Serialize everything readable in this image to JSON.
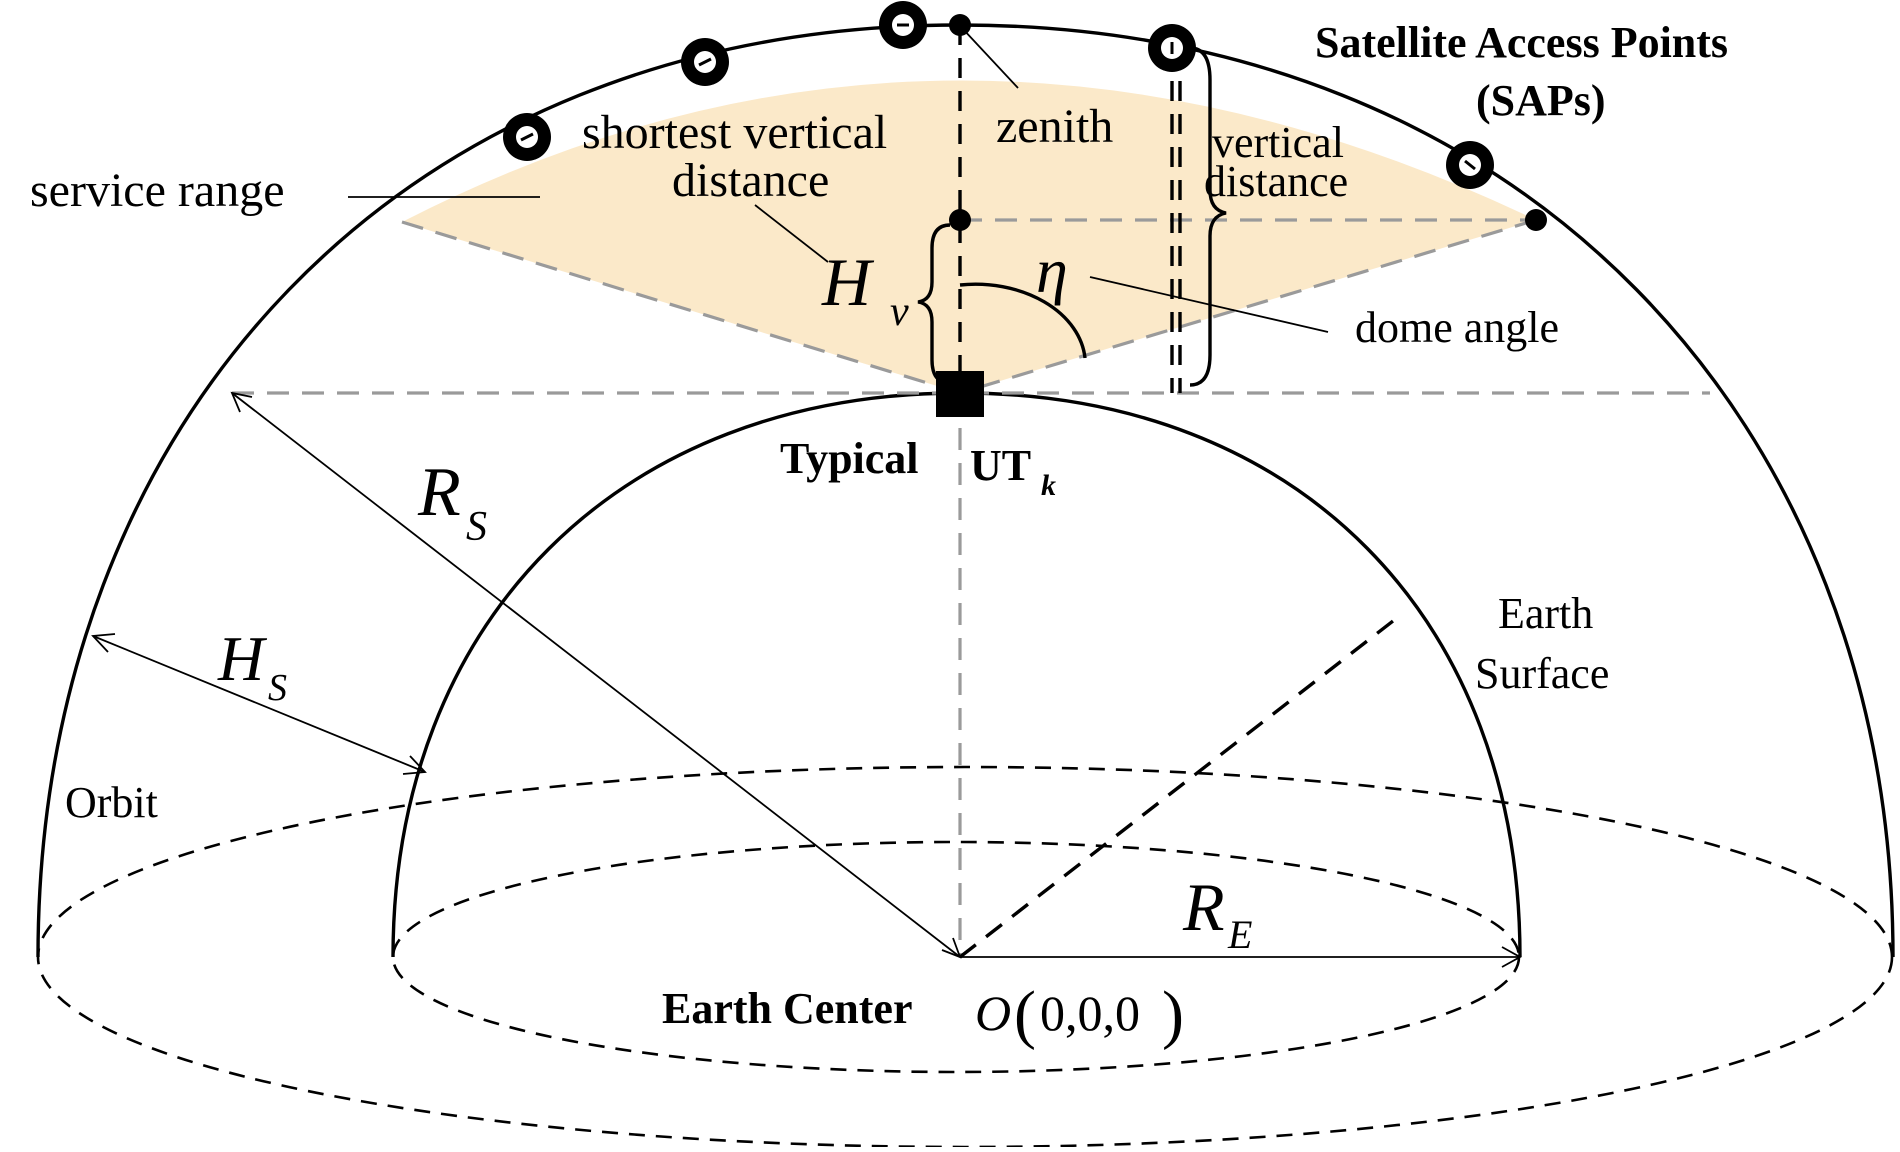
{
  "labels": {
    "saps_line1": "Satellite Access Points",
    "saps_line2": "(SAPs)",
    "service_range": "service range",
    "shortest_vertical_line1": "shortest vertical",
    "shortest_vertical_line2": "distance",
    "zenith": "zenith",
    "vertical_distance_line1": "vertical",
    "vertical_distance_line2": "distance",
    "dome_angle": "dome angle",
    "eta": "η",
    "h_v_main": "H",
    "h_v_sub": "v",
    "typical": "Typical",
    "ut_main": "UT",
    "ut_sub": "k",
    "r_s_main": "R",
    "r_s_sub": "S",
    "h_s_main": "H",
    "h_s_sub": "S",
    "r_e_main": "R",
    "r_e_sub": "E",
    "earth_surface_line1": "Earth",
    "earth_surface_line2": "Surface",
    "orbit": "Orbit",
    "earth_center": "Earth Center",
    "origin_o": "O",
    "origin_coords": "0,0,0"
  },
  "colors": {
    "service_range_fill": "#fbe9c9",
    "dashed_guides": "#9a9a9a",
    "lines": "#000000"
  }
}
